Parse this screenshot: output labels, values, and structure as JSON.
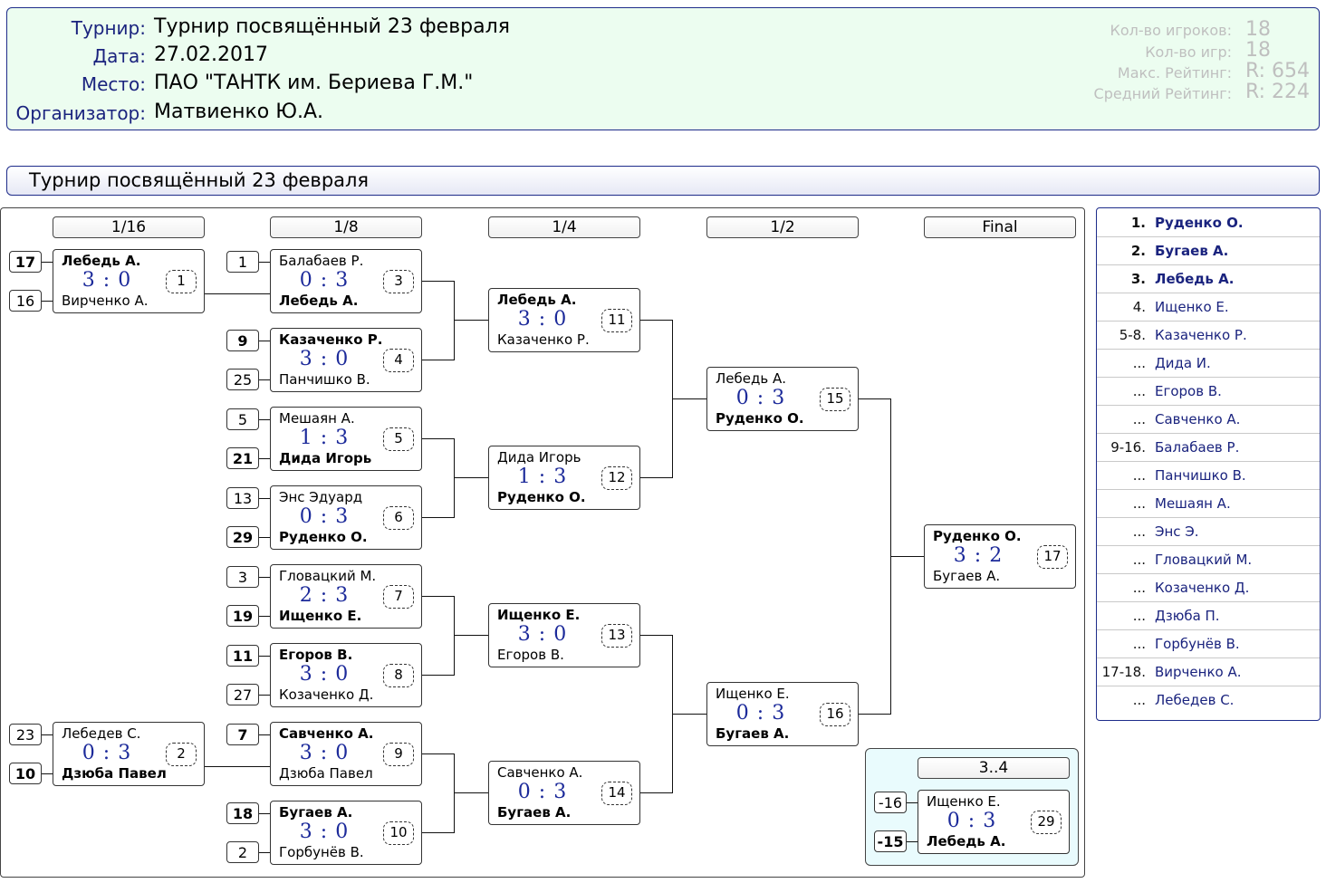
{
  "info": {
    "tournament_label": "Турнир:",
    "tournament": "Турнир посвящённый 23 февраля",
    "date_label": "Дата:",
    "date": "27.02.2017",
    "place_label": "Место:",
    "place": "ПАО \"ТАНТК им. Бериева Г.М.\"",
    "organizer_label": "Организатор:",
    "organizer": "Матвиенко Ю.А.",
    "stats": [
      {
        "label": "Кол-во игроков:",
        "value": "18"
      },
      {
        "label": "Кол-во игр:",
        "value": "18"
      },
      {
        "label": "Макс. Рейтинг:",
        "value": "R: 654"
      },
      {
        "label": "Средний Рейтинг:",
        "value": "R: 224"
      }
    ]
  },
  "title": "Турнир посвящённый 23 февраля",
  "rounds": [
    "1/16",
    "1/8",
    "1/4",
    "1/2",
    "Final"
  ],
  "third_place_label": "3..4",
  "matches": [
    {
      "p1": "Лебедь А.",
      "p2": "Вирченко А.",
      "score": "3 : 0",
      "num": "1",
      "s1": "17",
      "s2": "16",
      "w": 1
    },
    {
      "p1": "Лебедев С.",
      "p2": "Дзюба Павел",
      "score": "0 : 3",
      "num": "2",
      "s1": "23",
      "s2": "10",
      "w": 2
    },
    {
      "p1": "Балабаев Р.",
      "p2": "Лебедь А.",
      "score": "0 : 3",
      "num": "3",
      "s1": "1",
      "w": 2
    },
    {
      "p1": "Казаченко Р.",
      "p2": "Панчишко В.",
      "score": "3 : 0",
      "num": "4",
      "s1": "9",
      "s2": "25",
      "w": 1
    },
    {
      "p1": "Мешаян А.",
      "p2": "Дида Игорь",
      "score": "1 : 3",
      "num": "5",
      "s1": "5",
      "s2": "21",
      "w": 2
    },
    {
      "p1": "Энс Эдуард",
      "p2": "Руденко О.",
      "score": "0 : 3",
      "num": "6",
      "s1": "13",
      "s2": "29",
      "w": 2
    },
    {
      "p1": "Гловацкий М.",
      "p2": "Ищенко Е.",
      "score": "2 : 3",
      "num": "7",
      "s1": "3",
      "s2": "19",
      "w": 2
    },
    {
      "p1": "Егоров В.",
      "p2": "Козаченко Д.",
      "score": "3 : 0",
      "num": "8",
      "s1": "11",
      "s2": "27",
      "w": 1
    },
    {
      "p1": "Савченко А.",
      "p2": "Дзюба Павел",
      "score": "3 : 0",
      "num": "9",
      "s1": "7",
      "w": 1
    },
    {
      "p1": "Бугаев А.",
      "p2": "Горбунёв В.",
      "score": "3 : 0",
      "num": "10",
      "s1": "18",
      "s2": "2",
      "w": 1
    },
    {
      "p1": "Лебедь А.",
      "p2": "Казаченко Р.",
      "score": "3 : 0",
      "num": "11",
      "w": 1
    },
    {
      "p1": "Дида Игорь",
      "p2": "Руденко О.",
      "score": "1 : 3",
      "num": "12",
      "w": 2
    },
    {
      "p1": "Ищенко Е.",
      "p2": "Егоров В.",
      "score": "3 : 0",
      "num": "13",
      "w": 1
    },
    {
      "p1": "Савченко А.",
      "p2": "Бугаев А.",
      "score": "0 : 3",
      "num": "14",
      "w": 2
    },
    {
      "p1": "Лебедь А.",
      "p2": "Руденко О.",
      "score": "0 : 3",
      "num": "15",
      "w": 2
    },
    {
      "p1": "Ищенко Е.",
      "p2": "Бугаев А.",
      "score": "0 : 3",
      "num": "16",
      "w": 2
    },
    {
      "p1": "Руденко О.",
      "p2": "Бугаев А.",
      "score": "3 : 2",
      "num": "17",
      "w": 1
    },
    {
      "p1": "Ищенко Е.",
      "p2": "Лебедь А.",
      "score": "0 : 3",
      "num": "29",
      "s1": "-16",
      "s2": "-15",
      "w": 2
    }
  ],
  "standings": [
    {
      "place": "1.",
      "name": "Руденко О."
    },
    {
      "place": "2.",
      "name": "Бугаев А."
    },
    {
      "place": "3.",
      "name": "Лебедь А."
    },
    {
      "place": "4.",
      "name": "Ищенко Е."
    },
    {
      "place": "5-8.",
      "name": "Казаченко Р."
    },
    {
      "place": "...",
      "name": "Дида И."
    },
    {
      "place": "...",
      "name": "Егоров В."
    },
    {
      "place": "...",
      "name": "Савченко А."
    },
    {
      "place": "9-16.",
      "name": "Балабаев Р."
    },
    {
      "place": "...",
      "name": "Панчишко В."
    },
    {
      "place": "...",
      "name": "Мешаян А."
    },
    {
      "place": "...",
      "name": "Энс Э."
    },
    {
      "place": "...",
      "name": "Гловацкий М."
    },
    {
      "place": "...",
      "name": "Козаченко Д."
    },
    {
      "place": "...",
      "name": "Дзюба П."
    },
    {
      "place": "...",
      "name": "Горбунёв В."
    },
    {
      "place": "17-18.",
      "name": "Вирченко А."
    },
    {
      "place": "...",
      "name": "Лебедев С."
    }
  ]
}
